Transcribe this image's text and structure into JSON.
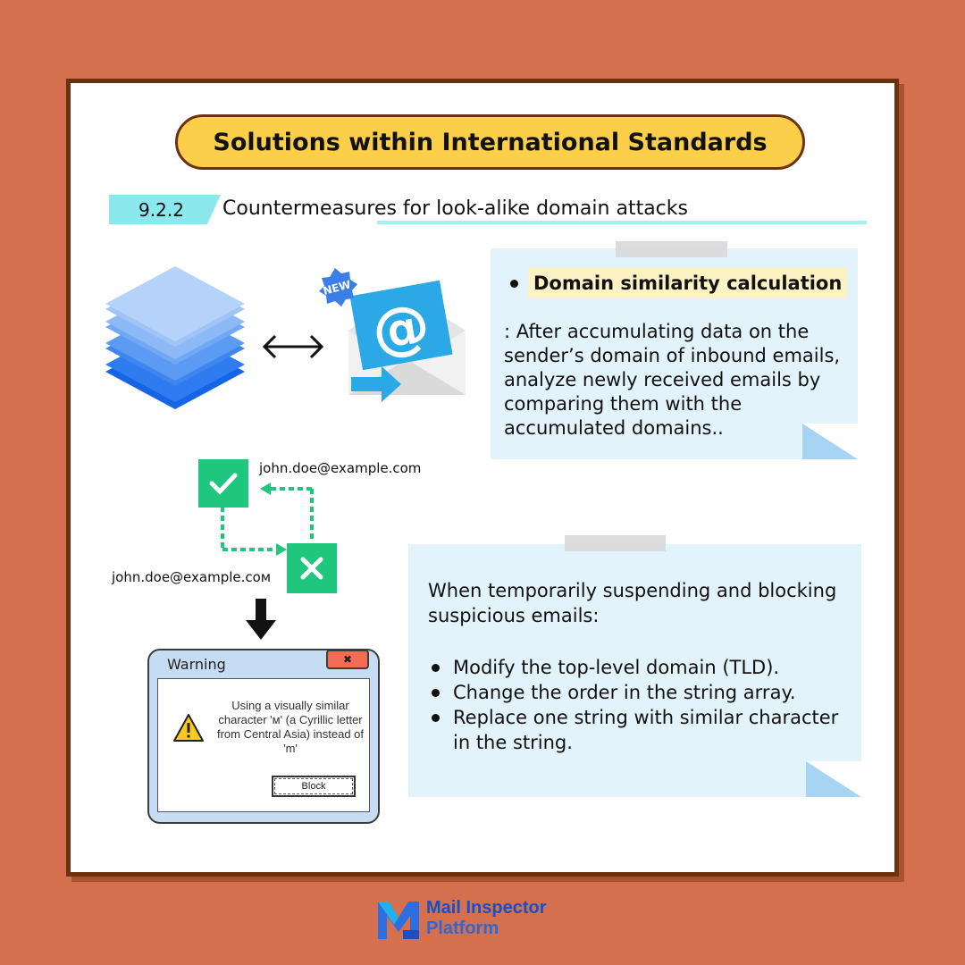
{
  "title": "Solutions within International Standards",
  "section": {
    "number": "9.2.2",
    "title": "Countermeasures for look-alike domain attacks"
  },
  "illustration": {
    "new_badge": "NEW",
    "email_at_symbol": "@",
    "valid_email": "john.doe@example.com",
    "spoofed_email": "john.doe@example.coм"
  },
  "note1": {
    "heading": "Domain similarity calculation",
    "body": ": After accumulating data on the sender’s domain of inbound emails, analyze newly received emails by comparing them with the accumulated domains.."
  },
  "note2": {
    "intro": "When temporarily suspending and blocking suspicious emails:",
    "items": [
      "Modify the top-level domain (TLD).",
      "Change the order in the string array.",
      "Replace one string with similar character in the string."
    ]
  },
  "warning_dialog": {
    "title": "Warning",
    "close_label": "✖",
    "message": "Using a visually similar character 'м' (a Cyrillic letter from Central Asia) instead of 'm'",
    "button_label": "Block"
  },
  "logo": {
    "line1": "Mail Inspector",
    "line2": "Platform"
  },
  "colors": {
    "background": "#d4704d",
    "title_pill": "#fccf4b",
    "border": "#6b3210",
    "note_bg": "#e2f3fb",
    "accent_green": "#1fc77e",
    "accent_cyan": "#8be8ec",
    "brand_blue": "#1a4fc4"
  }
}
